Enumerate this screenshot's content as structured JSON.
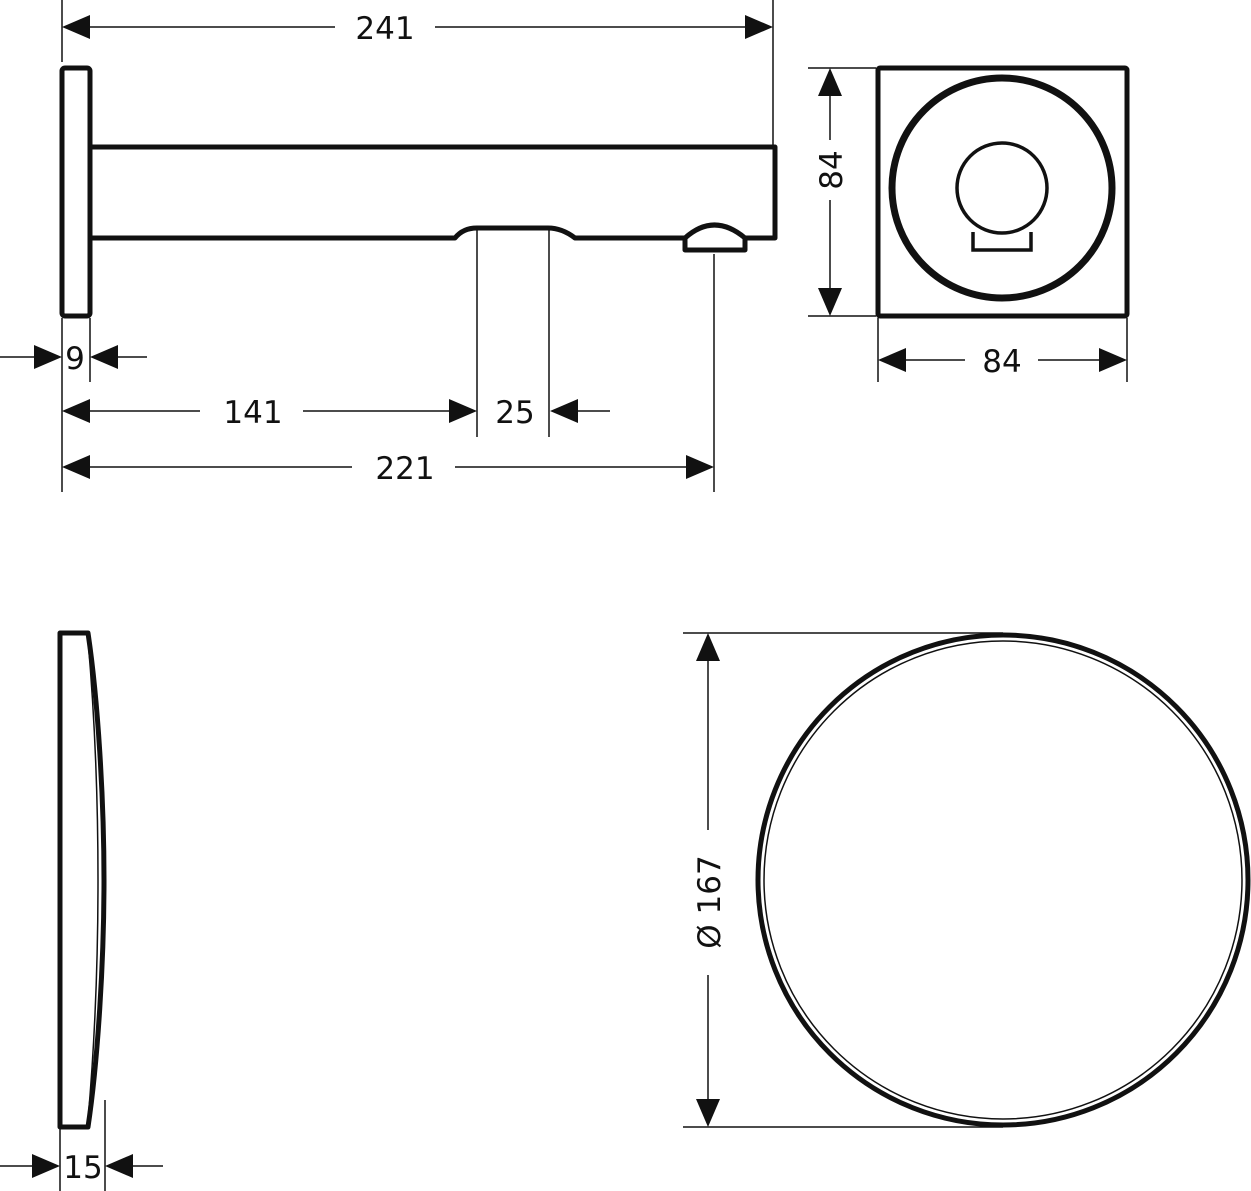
{
  "dimensions": {
    "spout_length": "241",
    "plate_thickness": "9",
    "outlet_offset": "141",
    "sensor_width": "25",
    "projection": "221",
    "square_height": "84",
    "square_width": "84",
    "rosette_thickness": "15",
    "rosette_diameter": "Ø 167"
  },
  "colors": {
    "line": "#111111",
    "background": "#ffffff"
  }
}
